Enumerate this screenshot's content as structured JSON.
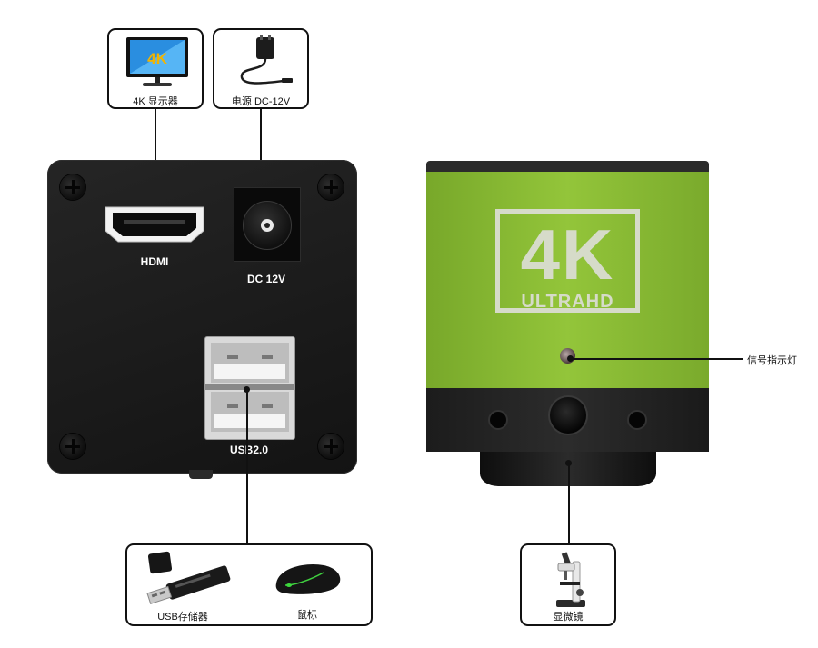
{
  "labels": {
    "monitor": "4K 显示器",
    "power": "电源 DC-12V",
    "hdmi_port": "HDMI",
    "dc_port": "DC 12V",
    "usb_port": "USB2.0",
    "usb_storage": "USB存储器",
    "mouse": "鼠标",
    "signal_light": "信号指示灯",
    "microscope": "显微镜"
  },
  "camera_logo": {
    "big": "4K",
    "small": "ULTRAHD"
  },
  "monitor_logo": "4K",
  "colors": {
    "camera_green": "#86b832",
    "panel_black": "#1a1a1a",
    "logo_gray": "#d6dbc9"
  }
}
